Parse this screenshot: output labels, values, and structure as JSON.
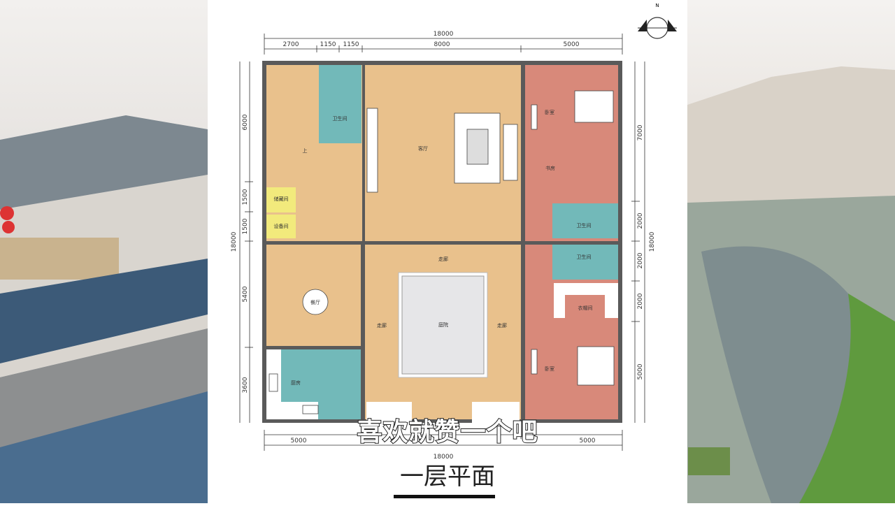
{
  "caption": "喜欢就赞一个吧",
  "title": "一层平面",
  "compass_label": "N",
  "dimensions": {
    "top_total": "18000",
    "top": [
      "2700",
      "1150",
      "1150",
      "8000",
      "5000"
    ],
    "left_total": "18000",
    "left": [
      "6000",
      "1500",
      "1500",
      "5400",
      "3600"
    ],
    "right_total": "18000",
    "right": [
      "7000",
      "2000",
      "2000",
      "2000",
      "5000"
    ],
    "bottom_total": "18000",
    "bottom": [
      "5000",
      "5000"
    ]
  },
  "rooms": {
    "bath_top_left": "卫生间",
    "stair_up": "上",
    "living": "客厅",
    "storage": "储藏间",
    "equipment": "设备间",
    "bedroom_top": "卧室",
    "study": "书房",
    "bath_right_1": "卫生间",
    "bath_right_2": "卫生间",
    "closet": "衣帽间",
    "bedroom_bottom": "卧室",
    "dining": "餐厅",
    "kitchen": "厨房",
    "corridor_top": "走廊",
    "corridor_left": "走廊",
    "corridor_right": "走廊",
    "courtyard": "庭院"
  },
  "colors": {
    "tan": "#e9c18c",
    "teal": "#72b9b9",
    "salmon": "#d8897a",
    "yellow": "#f2ea7c",
    "wall": "#5a5a5a",
    "courtyard": "#e6e6e8"
  }
}
